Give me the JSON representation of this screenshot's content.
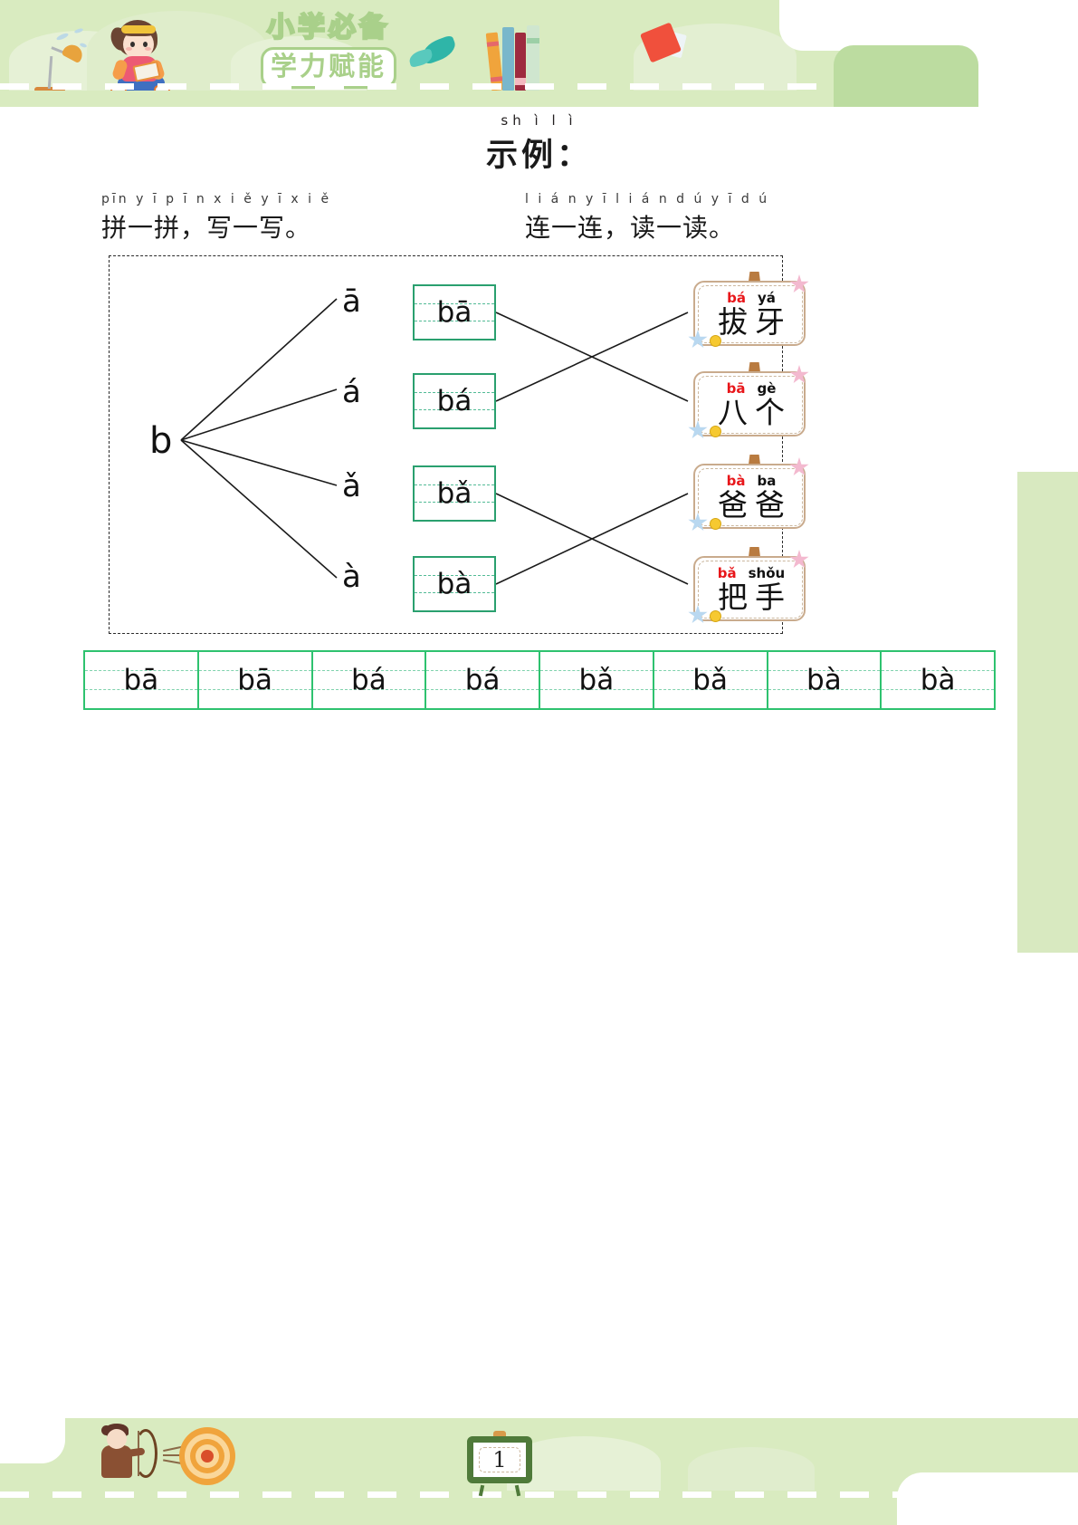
{
  "header": {
    "badge_top": "小学必备",
    "badge_box": "学力赋能",
    "icons": [
      "desk-lamp",
      "girl-reading",
      "teal-leaf",
      "book-stack",
      "flying-book"
    ]
  },
  "title": {
    "pinyin": "sh ì l ì",
    "text": "示例："
  },
  "headings": [
    {
      "pinyin": "pīn y ī p ī n    x i ě y ī x i ě",
      "text": "拼一拼，写一写。"
    },
    {
      "pinyin": "l i á n y  ī l i á n     d ú y ī d ú",
      "text": "连一连，读一读。"
    }
  ],
  "exercise": {
    "initial": "b",
    "tones": [
      "ā",
      "á",
      "ǎ",
      "à"
    ],
    "syllable_boxes": [
      "bā",
      "bá",
      "bǎ",
      "bà"
    ],
    "word_cards": [
      {
        "pinyin1": "bá",
        "pinyin2": "yá",
        "hanzi1": "拔",
        "hanzi2": "牙"
      },
      {
        "pinyin1": "bā",
        "pinyin2": "gè",
        "hanzi1": "八",
        "hanzi2": "个"
      },
      {
        "pinyin1": "bà",
        "pinyin2": "ba",
        "hanzi1": "爸",
        "hanzi2": "爸"
      },
      {
        "pinyin1": "bǎ",
        "pinyin2": "shǒu",
        "hanzi1": "把",
        "hanzi2": "手"
      }
    ]
  },
  "practice_row": [
    "bā",
    "bā",
    "bá",
    "bá",
    "bǎ",
    "bǎ",
    "bà",
    "bà"
  ],
  "footer": {
    "page_number": "1",
    "icons": [
      "archer-icon",
      "target-icon",
      "easel-icon"
    ]
  },
  "colors": {
    "band_green": "#d9ebc0",
    "box_green": "#2aa06f",
    "practice_green": "#2ec26f",
    "pinyin_red": "#e8161a",
    "card_border": "#c9ab8d",
    "side_bar": "#d8e9c0"
  }
}
